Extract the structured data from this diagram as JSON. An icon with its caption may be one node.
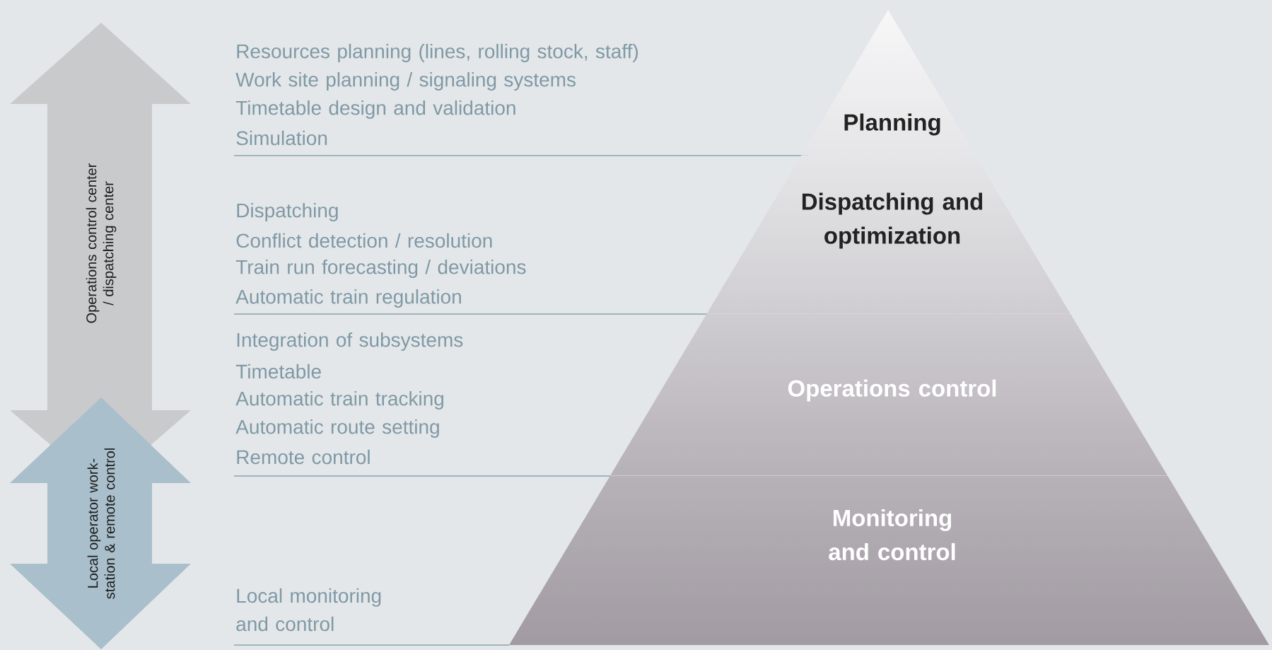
{
  "diagram": {
    "nodes": [
      {
        "text": [
          "Planning"
        ]
      },
      {
        "text": [
          "Dispatching and optimization"
        ]
      },
      {
        "text": [
          "Operations control"
        ]
      },
      {
        "text": [
          "Monitoring and control"
        ]
      },
      {
        "text": [
          "Operations control center / dispatching center"
        ]
      },
      {
        "text": [
          "Local operator work-station & remote control"
        ]
      }
    ],
    "labels": [
      "Resources planning (lines, rolling stock, staff)",
      "Work site planning / signaling systems",
      "Timetable design and validation",
      "Simulation",
      "Dispatching",
      "Conflict detection / resolution",
      "Train run forecasting / deviations",
      "Automatic train regulation",
      "Integration of subsystems",
      "Timetable",
      "Automatic train tracking",
      "Automatic route setting",
      "Remote control",
      "Local monitoring and control"
    ]
  }
}
